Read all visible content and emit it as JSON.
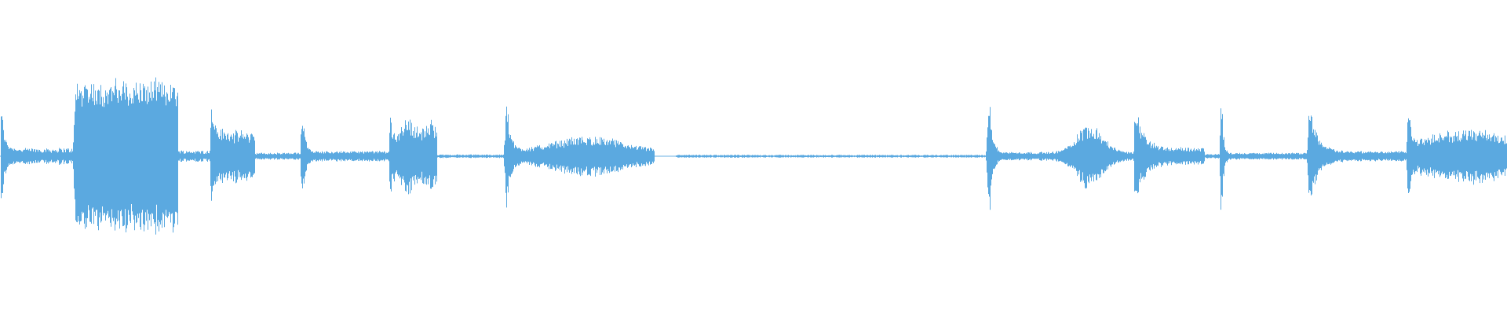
{
  "waveform": {
    "color": "#5ba9e0",
    "background": "#ffffff",
    "segments": [
      {
        "start": 0.0,
        "end": 0.0125,
        "kind": "attack",
        "peak": 0.76,
        "sustain": 0.1,
        "decay": 0.4
      },
      {
        "start": 0.0125,
        "end": 0.048,
        "kind": "flat",
        "level": 0.07
      },
      {
        "start": 0.048,
        "end": 0.118,
        "kind": "plateau",
        "level": 0.88
      },
      {
        "start": 0.118,
        "end": 0.139,
        "kind": "flat",
        "level": 0.05
      },
      {
        "start": 0.139,
        "end": 0.169,
        "kind": "attack",
        "peak": 0.65,
        "sustain": 0.3,
        "decay": 0.22
      },
      {
        "start": 0.169,
        "end": 0.199,
        "kind": "flat",
        "level": 0.03
      },
      {
        "start": 0.199,
        "end": 0.258,
        "kind": "attack",
        "peak": 0.72,
        "sustain": 0.06,
        "decay": 0.08
      },
      {
        "start": 0.258,
        "end": 0.29,
        "kind": "attack",
        "peak": 0.62,
        "sustain": 0.12,
        "decay": 0.1,
        "bumps": [
          [
            0.27,
            0.35,
            0.008
          ],
          [
            0.287,
            0.3,
            0.008
          ]
        ]
      },
      {
        "start": 0.29,
        "end": 0.334,
        "kind": "flat",
        "level": 0.015
      },
      {
        "start": 0.334,
        "end": 0.434,
        "kind": "attack",
        "peak": 0.7,
        "sustain": 0.08,
        "decay": 0.06,
        "bumps": [
          [
            0.39,
            0.16,
            0.03
          ]
        ]
      },
      {
        "start": 0.434,
        "end": 0.448,
        "kind": "gap",
        "level": 0.0
      },
      {
        "start": 0.448,
        "end": 0.654,
        "kind": "flat",
        "level": 0.012
      },
      {
        "start": 0.654,
        "end": 0.752,
        "kind": "attack",
        "peak": 0.97,
        "sustain": 0.05,
        "decay": 0.05,
        "bumps": [
          [
            0.723,
            0.35,
            0.012
          ]
        ]
      },
      {
        "start": 0.752,
        "end": 0.799,
        "kind": "attack",
        "peak": 0.65,
        "sustain": 0.1,
        "decay": 0.3
      },
      {
        "start": 0.799,
        "end": 0.809,
        "kind": "flat",
        "level": 0.02
      },
      {
        "start": 0.809,
        "end": 0.867,
        "kind": "attack",
        "peak": 0.98,
        "sustain": 0.04,
        "decay": 0.05
      },
      {
        "start": 0.867,
        "end": 0.933,
        "kind": "attack",
        "peak": 0.72,
        "sustain": 0.06,
        "decay": 0.2
      },
      {
        "start": 0.933,
        "end": 1.0,
        "kind": "attack",
        "peak": 0.7,
        "sustain": 0.1,
        "decay": 0.06,
        "bumps": [
          [
            0.975,
            0.22,
            0.04
          ]
        ]
      }
    ]
  }
}
